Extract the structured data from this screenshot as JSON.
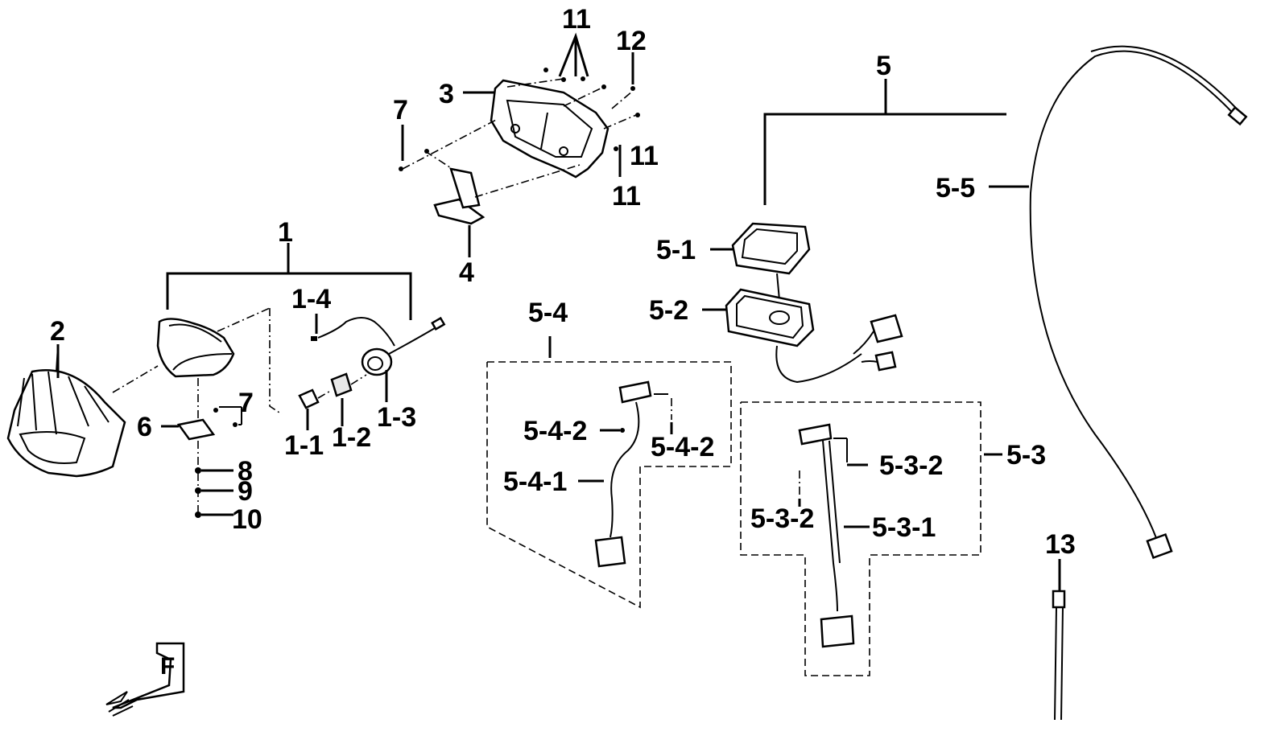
{
  "labels": {
    "l1": "1",
    "l1_1": "1-1",
    "l1_2": "1-2",
    "l1_3": "1-3",
    "l1_4": "1-4",
    "l2": "2",
    "l3": "3",
    "l4": "4",
    "l5": "5",
    "l5_1": "5-1",
    "l5_2": "5-2",
    "l5_3": "5-3",
    "l5_3_1": "5-3-1",
    "l5_3_2a": "5-3-2",
    "l5_3_2b": "5-3-2",
    "l5_4": "5-4",
    "l5_4_1": "5-4-1",
    "l5_4_2a": "5-4-2",
    "l5_4_2b": "5-4-2",
    "l5_5": "5-5",
    "l6": "6",
    "l7a": "7",
    "l7b": "7",
    "l8": "8",
    "l9": "9",
    "l10": "10",
    "l11a": "11",
    "l11b": "11",
    "l11c": "11",
    "l12": "12",
    "l13": "13",
    "front": "F"
  }
}
